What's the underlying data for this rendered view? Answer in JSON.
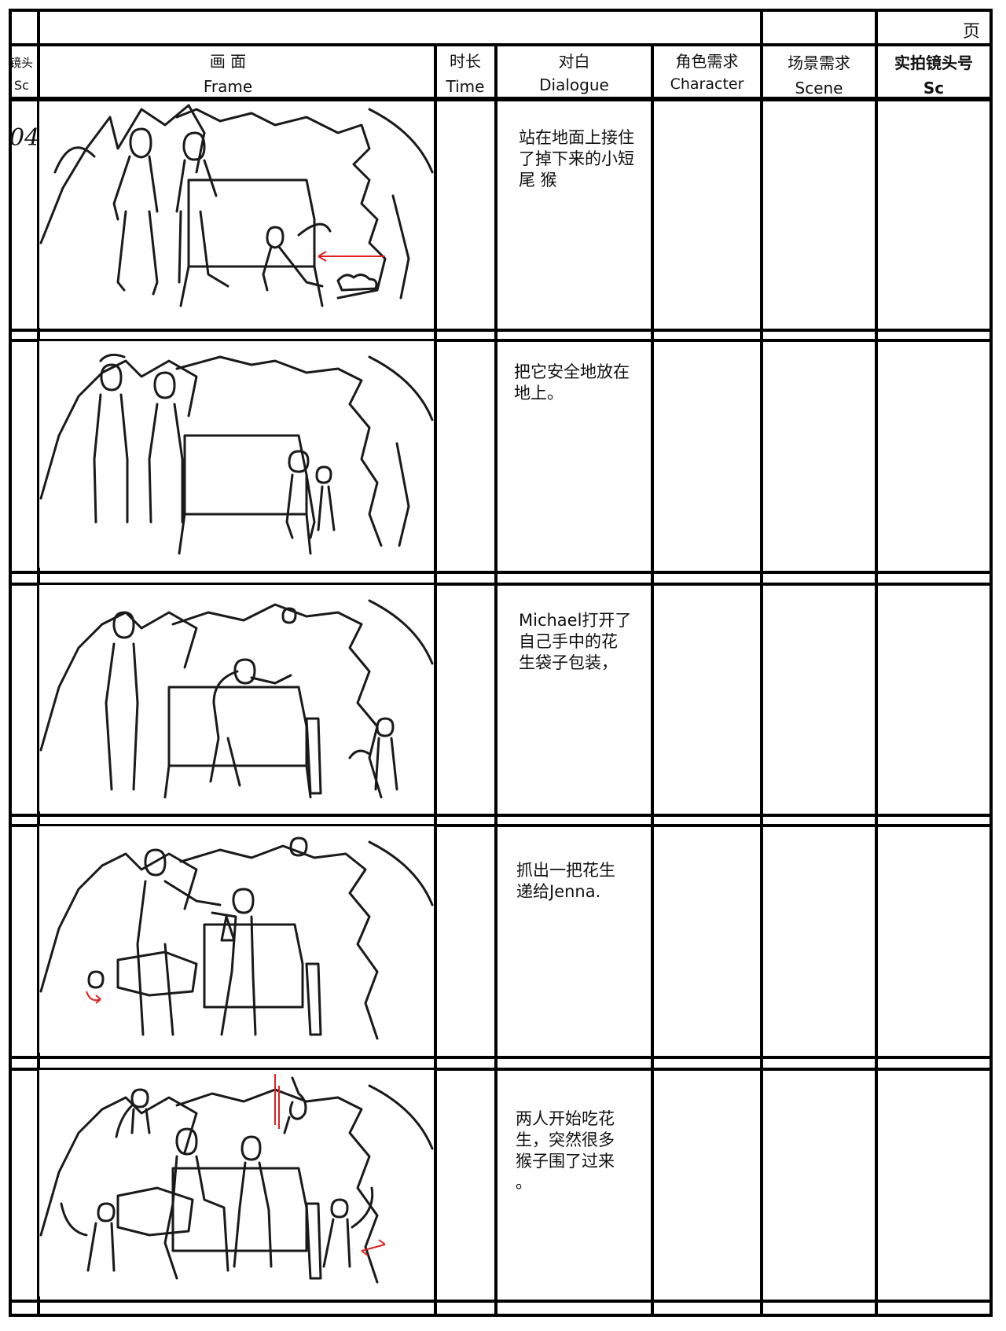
{
  "page_label": "页",
  "header": {
    "shot_zh": "镜头",
    "shot_en": "Sc",
    "frame_zh": "画 面",
    "frame_en": "Frame",
    "time_zh": "时长",
    "time_en": "Time",
    "dialogue_zh": "对白",
    "dialogue_en": "Dialogue",
    "character_zh": "角色需求",
    "character_en": "Character",
    "scene_zh": "场景需求",
    "scene_en": "Scene",
    "actual_shot_zh": "实拍镜头号",
    "actual_shot_en": "Sc"
  },
  "rows": [
    {
      "shot": "04",
      "dialogue": "站在地面上接住\n了掉下来的小短\n尾 猴"
    },
    {
      "shot": "",
      "dialogue": "把它安全地放在\n地上。"
    },
    {
      "shot": "",
      "dialogue": "Michael打开了\n自己手中的花\n生袋子包装，"
    },
    {
      "shot": "",
      "dialogue": "抓出一把花生\n递给Jenna."
    },
    {
      "shot": "",
      "dialogue": "两人开始吃花\n生，突然很多\n猴子围了过来\n。"
    }
  ],
  "colors": {
    "grid": "#000000",
    "sketch": "#1a1a1a",
    "annotation": "#e02020"
  }
}
